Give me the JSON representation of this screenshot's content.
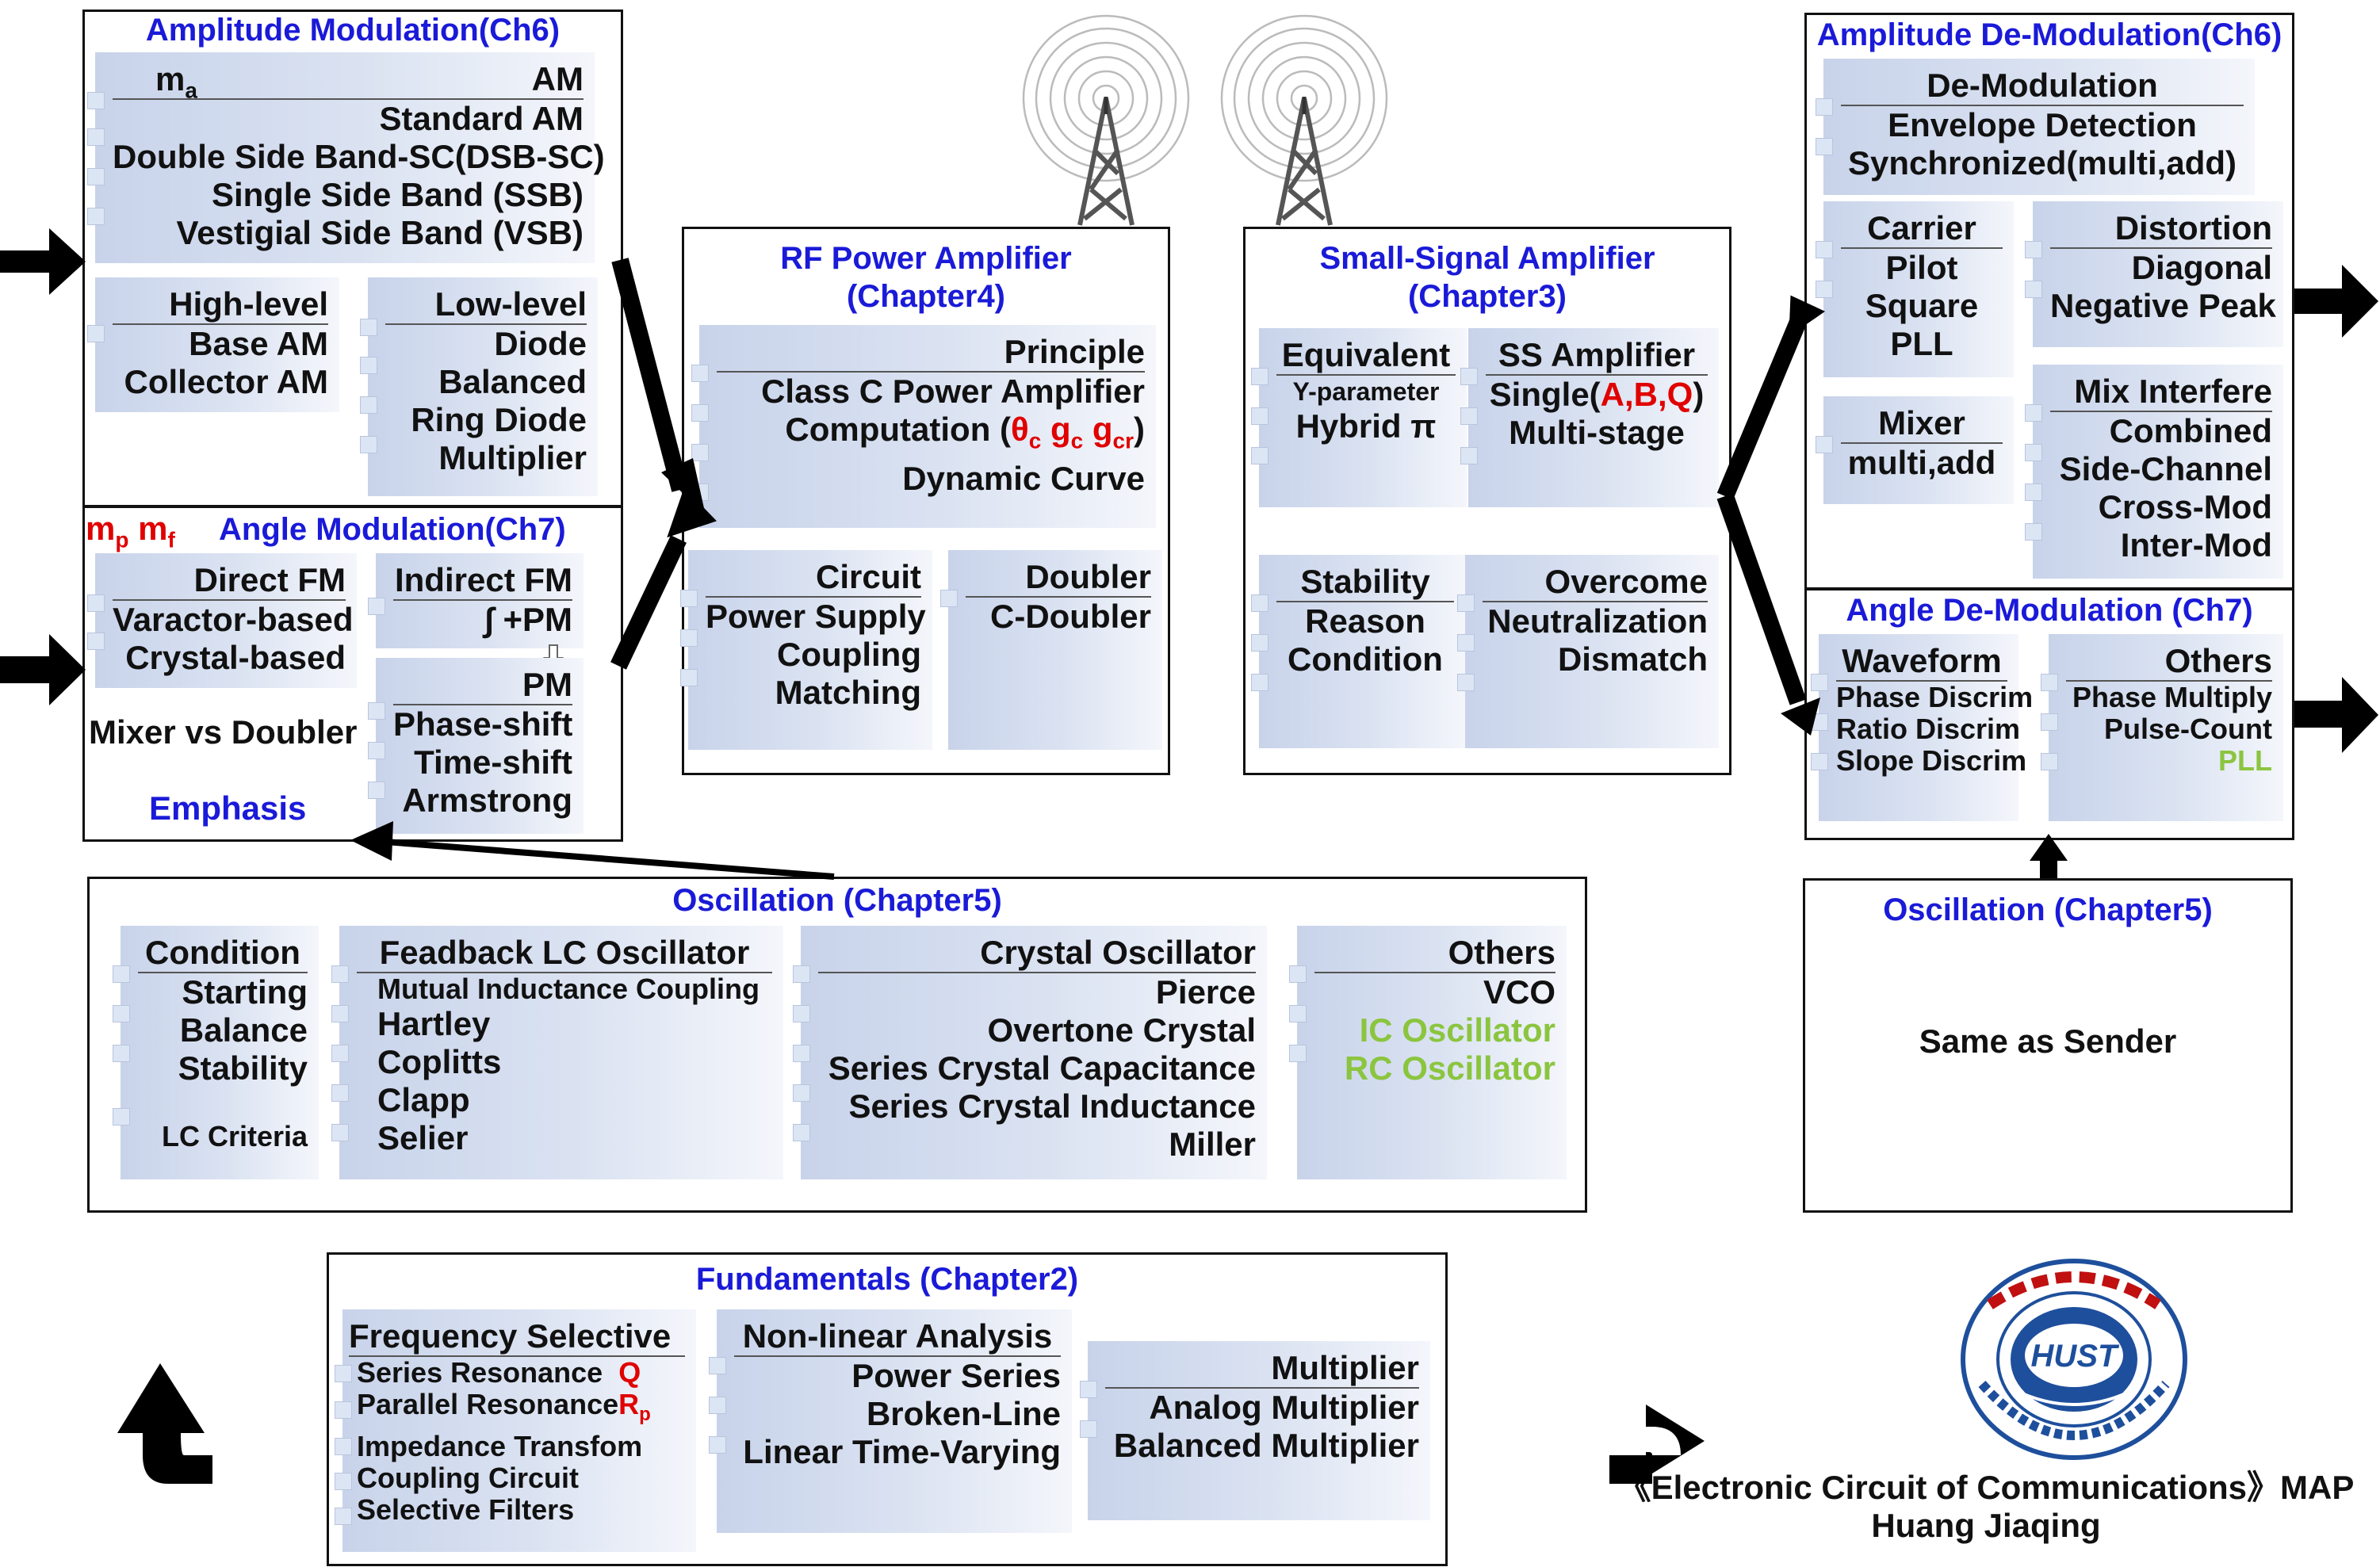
{
  "am": {
    "title": "Amplitude Modulation(Ch6)",
    "head_left": "m",
    "head_left_sub": "a",
    "head_right": "AM",
    "types": [
      "Standard AM",
      "Double Side Band-SC(DSB-SC)",
      "Single Side Band (SSB)",
      "Vestigial Side Band (VSB)"
    ],
    "high_title": "High-level",
    "high_items": [
      "Base AM",
      "Collector AM"
    ],
    "low_title": "Low-level",
    "low_items": [
      "Diode",
      "Balanced",
      "Ring Diode",
      "Multiplier"
    ]
  },
  "angle": {
    "mp": "m",
    "mp_sub": "p",
    "mf": "m",
    "mf_sub": "f",
    "title": "Angle Modulation(Ch7)",
    "direct_title": "Direct FM",
    "direct_items": [
      "Varactor-based",
      "Crystal-based"
    ],
    "indirect_title": "Indirect FM",
    "indirect_item": "∫ +PM",
    "pm_title": "PM",
    "pm_items": [
      "Phase-shift",
      "Time-shift",
      "Armstrong"
    ],
    "mixer": "Mixer vs Doubler",
    "emphasis": "Emphasis"
  },
  "rf": {
    "title1": "RF Power Amplifier",
    "title2": "(Chapter4)",
    "principle_title": "Principle",
    "principle_items": [
      "Class C Power Amplifier",
      "Computation (",
      "Dynamic Curve"
    ],
    "theta": "θ",
    "theta_sub": "c",
    "g1": "g",
    "g1_sub": "c",
    "g2": "g",
    "g2_sub": "cr",
    "paren": ")",
    "circuit_title": "Circuit",
    "circuit_items": [
      "Power Supply",
      "Coupling",
      "Matching"
    ],
    "doubler_title": "Doubler",
    "doubler_item": "C-Doubler"
  },
  "ss": {
    "title1": "Small-Signal Amplifier",
    "title2": "(Chapter3)",
    "equiv_title": "Equivalent",
    "equiv_items": [
      "Y-parameter",
      "Hybrid π"
    ],
    "ssamp_title": "SS Amplifier",
    "single": "Single(",
    "abq": "A,B,Q",
    "single_end": ")",
    "multistage": "Multi-stage",
    "stab_title": "Stability",
    "stab_items": [
      "Reason",
      "Condition"
    ],
    "over_title": "Overcome",
    "over_items": [
      "Neutralization",
      "Dismatch"
    ]
  },
  "amd": {
    "title": "Amplitude De-Modulation(Ch6)",
    "demod_title": "De-Modulation",
    "demod_items": [
      "Envelope Detection",
      "Synchronized(multi,add)"
    ],
    "carrier_items": [
      "Carrier",
      "Pilot",
      "Square",
      "PLL"
    ],
    "dist_title": "Distortion",
    "dist_items": [
      "Diagonal",
      "Negative Peak"
    ],
    "mixer_title": "Mixer",
    "mixer_item": "multi,add",
    "mix_title": "Mix Interfere",
    "mix_items": [
      "Combined",
      "Side-Channel",
      "Cross-Mod",
      "Inter-Mod"
    ]
  },
  "angd": {
    "title": "Angle De-Modulation (Ch7)",
    "wave_title": "Waveform",
    "wave_items": [
      "Phase Discrim",
      "Ratio Discrim",
      "Slope Discrim"
    ],
    "others_title": "Others",
    "others_items": [
      "Phase Multiply",
      "Pulse-Count"
    ],
    "pll": "PLL"
  },
  "osc": {
    "title": "Oscillation (Chapter5)",
    "cond_title": "Condition",
    "cond_items": [
      "Starting",
      "Balance",
      "Stability"
    ],
    "lc_criteria": "LC Criteria",
    "fb_title": "Feadback LC Oscillator",
    "fb_items": [
      "Mutual Inductance Coupling",
      "Hartley",
      "Coplitts",
      "Clapp",
      "Selier"
    ],
    "crys_title": "Crystal Oscillator",
    "crys_items": [
      "Pierce",
      "Overtone Crystal",
      "Series Crystal Capacitance",
      "Series Crystal Inductance",
      "Miller"
    ],
    "others_title": "Others",
    "vco": "VCO",
    "green_items": [
      "IC Oscillator",
      "RC Oscillator"
    ]
  },
  "osc2": {
    "title": "Oscillation (Chapter5)",
    "body": "Same as Sender"
  },
  "fund": {
    "title": "Fundamentals (Chapter2)",
    "fs_title": "Frequency Selective",
    "series": "Series Resonance",
    "q": "Q",
    "parallel": "Parallel Resonance",
    "rp": "R",
    "rp_sub": "p",
    "fs_items": [
      "Impedance Transfom",
      "Coupling Circuit",
      "Selective Filters"
    ],
    "nl_title": "Non-linear Analysis",
    "nl_items": [
      "Power Series",
      "Broken-Line",
      "Linear Time-Varying"
    ],
    "mult_title": "Multiplier",
    "mult_items": [
      "Analog Multiplier",
      "Balanced Multiplier"
    ]
  },
  "footer": {
    "line1": "《Electronic Circuit of Communications》MAP",
    "line2": "Huang Jiaqing"
  },
  "colors": {
    "title_blue": "#1a1ad8",
    "red": "#e00000",
    "green": "#8bc53f",
    "card": "#c8d3ea"
  }
}
